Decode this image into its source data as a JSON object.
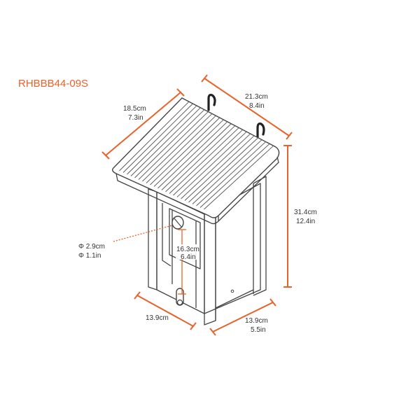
{
  "model": "RHBBB44-09S",
  "colors": {
    "accent": "#e8622a",
    "outline": "#444444",
    "background": "#ffffff"
  },
  "dimensions": {
    "roof_depth": {
      "cm": "18.5cm",
      "in": "7.3in"
    },
    "roof_width": {
      "cm": "21.3cm",
      "in": "8.4in"
    },
    "height": {
      "cm": "31.4cm",
      "in": "12.4in"
    },
    "hole_diameter": {
      "cm": "Φ 2.9cm",
      "in": "Φ 1.1in"
    },
    "hole_height": {
      "cm": "16.3cm",
      "in": "6.4in"
    },
    "base_depth": {
      "cm": "13.9cm"
    },
    "base_width": {
      "cm": "13.9cm",
      "in": "5.5in"
    }
  }
}
